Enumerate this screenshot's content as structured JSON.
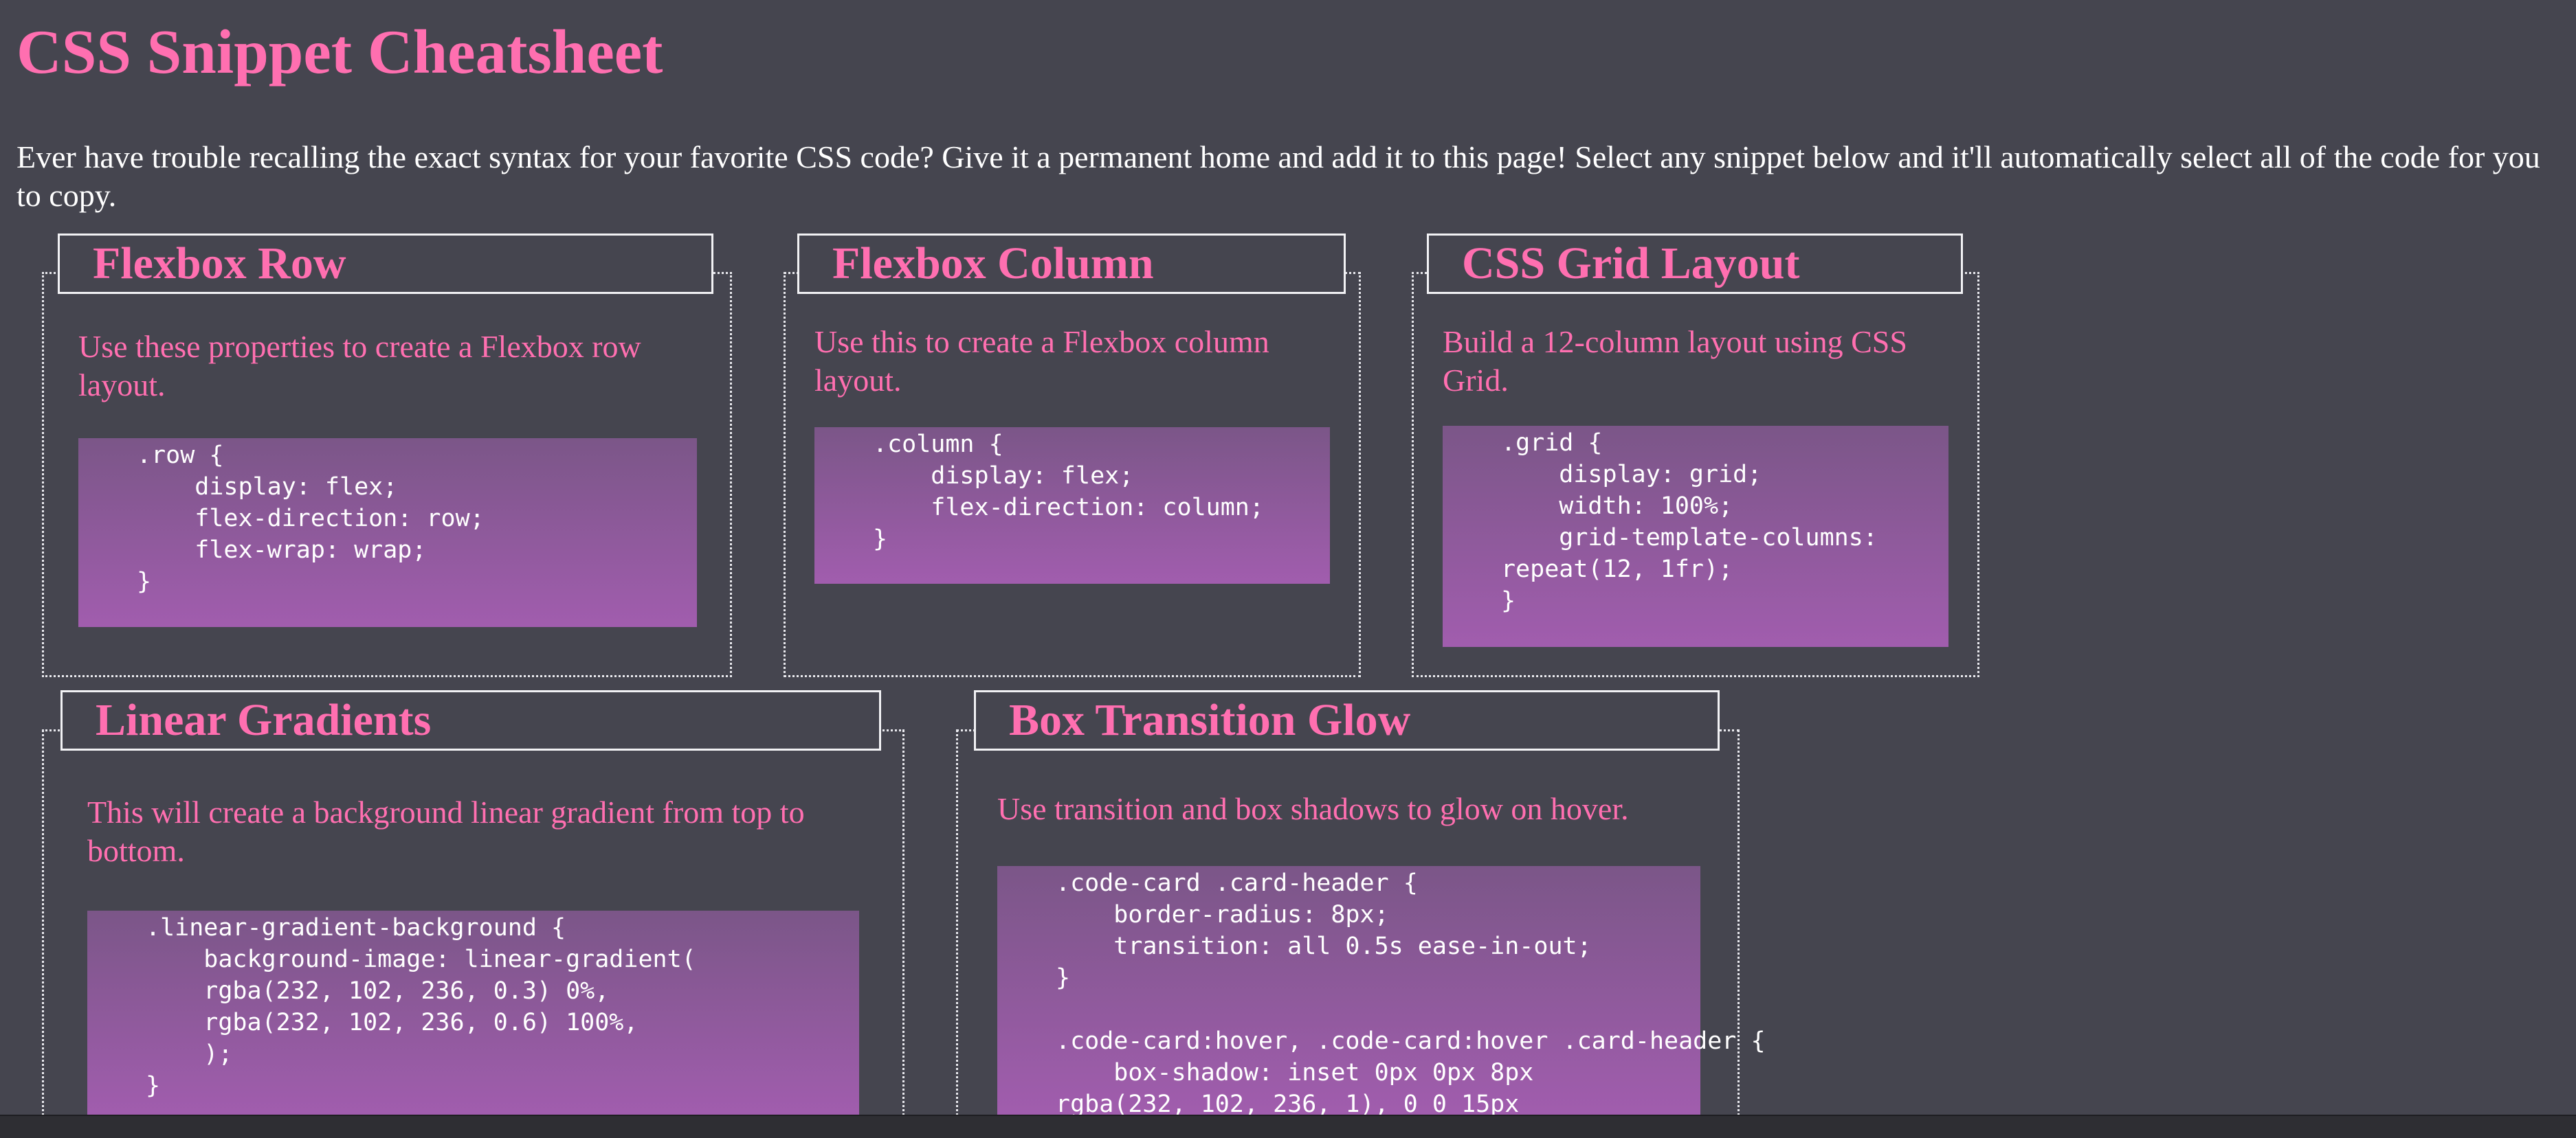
{
  "page": {
    "title": "CSS Snippet Cheatsheet",
    "intro": "Ever have trouble recalling the exact syntax for your favorite CSS code? Give it a permanent home and add it to this page! Select any snippet below and it'll automatically select all of the code for you to copy."
  },
  "colors": {
    "background": "#45454f",
    "accent": "#ff6fb0",
    "text": "#ffffff",
    "code_gradient_top": "#7b5688",
    "code_gradient_bottom": "#a15dae"
  },
  "cards": [
    {
      "title": "Flexbox Row",
      "description": "Use these properties to create a Flexbox row layout.",
      "code": ".row {\n    display: flex;\n    flex-direction: row;\n    flex-wrap: wrap;\n}"
    },
    {
      "title": "Flexbox Column",
      "description": "Use this to create a Flexbox column layout.",
      "code": ".column {\n    display: flex;\n    flex-direction: column;\n}"
    },
    {
      "title": "CSS Grid Layout",
      "description": "Build a 12-column layout using CSS Grid.",
      "code": ".grid {\n    display: grid;\n    width: 100%;\n    grid-template-columns:\nrepeat(12, 1fr);\n}"
    },
    {
      "title": "Linear Gradients",
      "description": "This will create a background linear gradient from top to bottom.",
      "code": ".linear-gradient-background {\n    background-image: linear-gradient(\n    rgba(232, 102, 236, 0.3) 0%,\n    rgba(232, 102, 236, 0.6) 100%,\n    );\n}"
    },
    {
      "title": "Box Transition Glow",
      "description": "Use transition and box shadows to glow on hover.",
      "code": ".code-card .card-header {\n    border-radius: 8px;\n    transition: all 0.5s ease-in-out;\n}\n\n.code-card:hover, .code-card:hover .card-header {\n    box-shadow: inset 0px 0px 8px\nrgba(232, 102, 236, 1), 0 0 15px"
    }
  ]
}
